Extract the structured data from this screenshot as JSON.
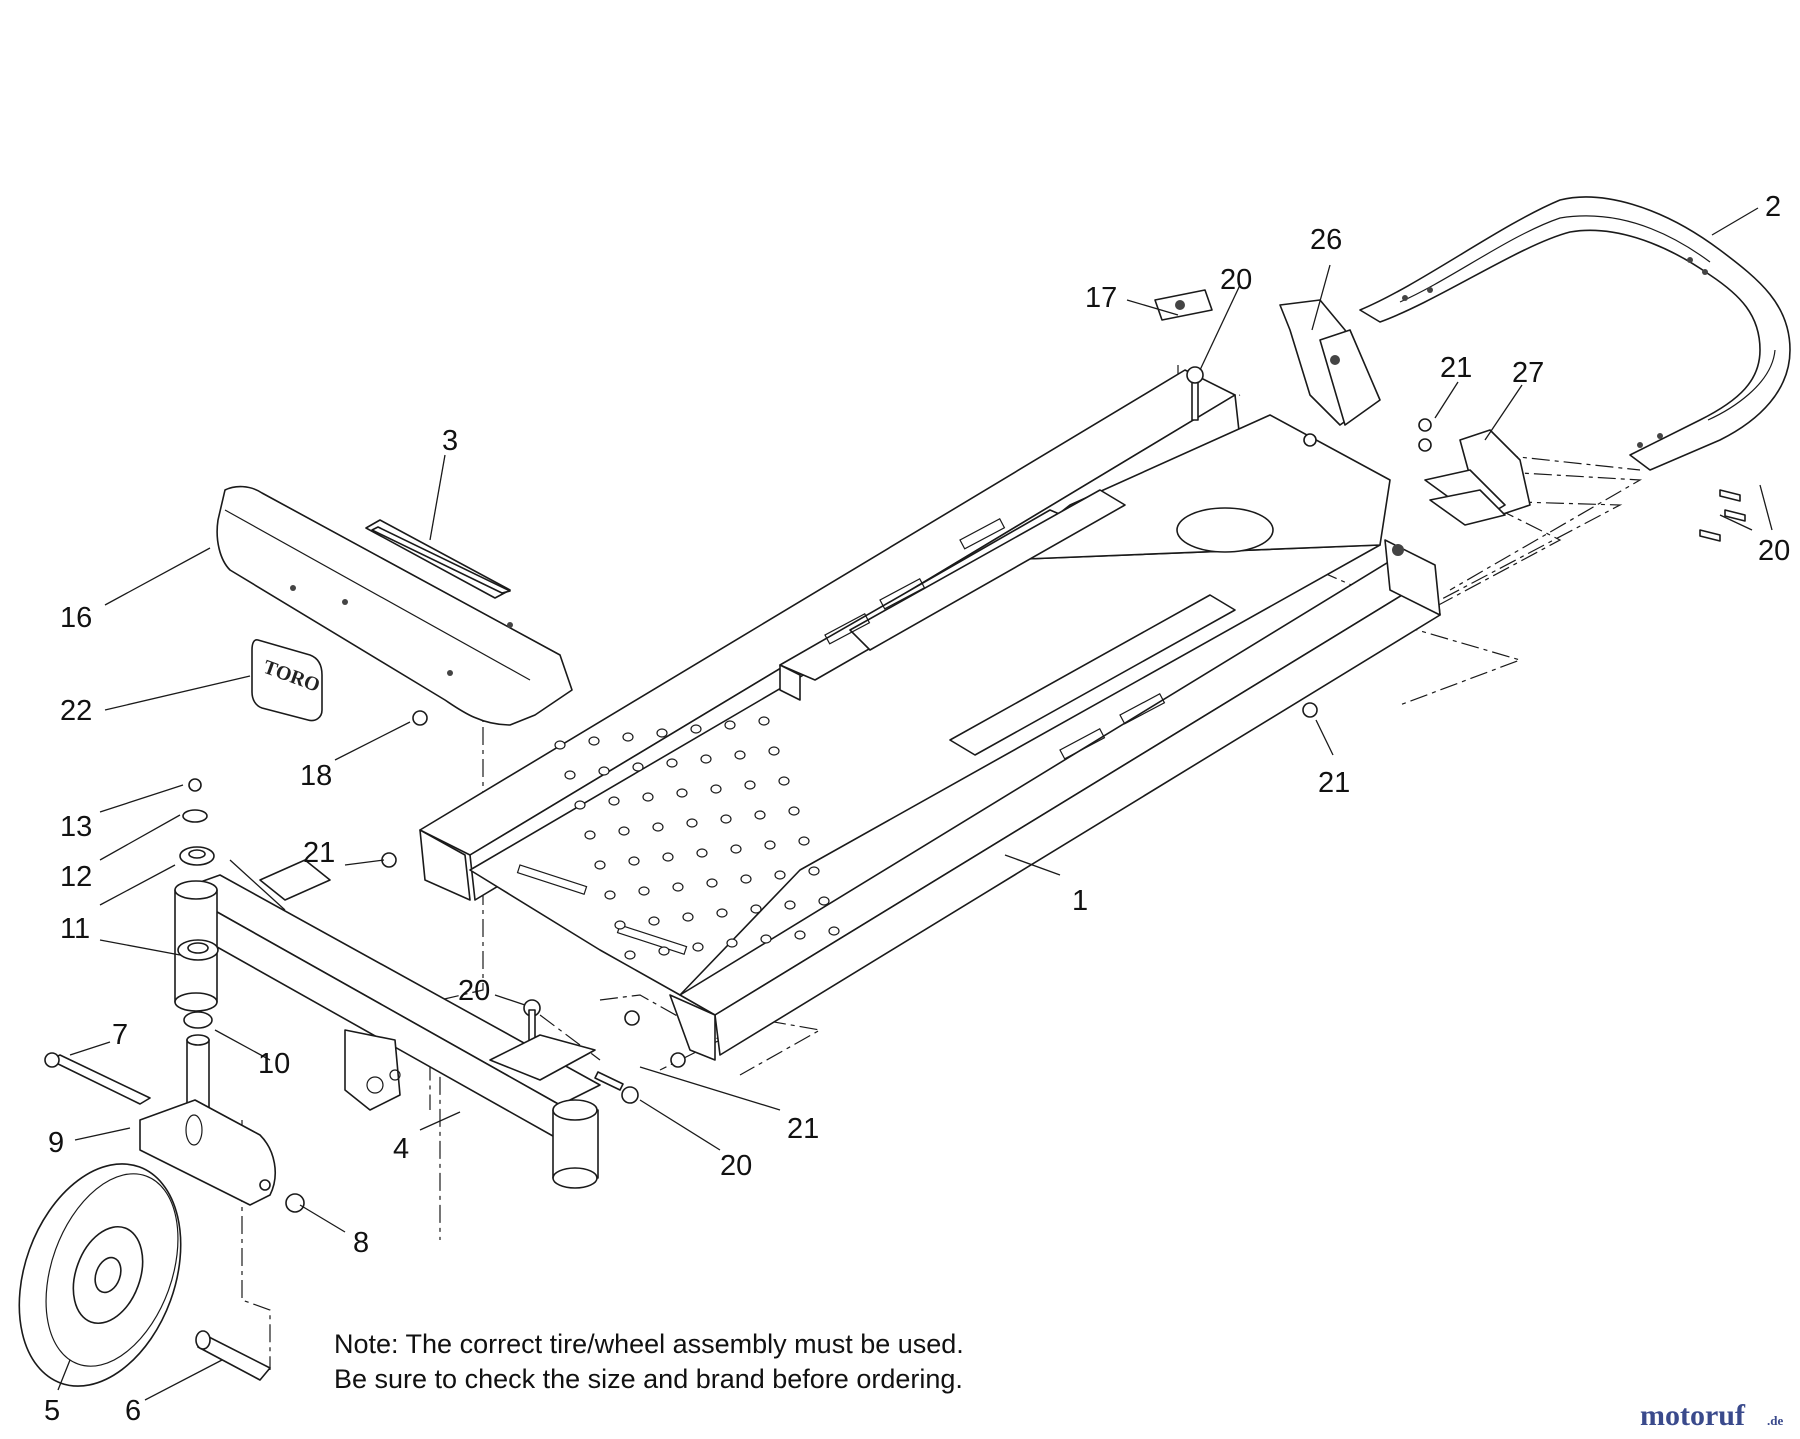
{
  "callouts": {
    "c1": "1",
    "c2": "2",
    "c3": "3",
    "c4": "4",
    "c5": "5",
    "c6": "6",
    "c7": "7",
    "c8": "8",
    "c9": "9",
    "c10": "10",
    "c11": "11",
    "c12": "12",
    "c13": "13",
    "c16": "16",
    "c17": "17",
    "c18": "18",
    "c20a": "20",
    "c20b": "20",
    "c20c": "20",
    "c20d": "20",
    "c21a": "21",
    "c21b": "21",
    "c21c": "21",
    "c21d": "21",
    "c22": "22",
    "c26": "26",
    "c27": "27"
  },
  "note": {
    "line1": "Note: The correct tire/wheel assembly must be used.",
    "line2": "Be sure to check the size and brand before ordering."
  },
  "decal_text": "TORO",
  "watermark": {
    "brand": "motoruf",
    "suffix": ".de",
    "colors": {
      "letters": "#3a4a8c",
      "dot": "#d4202a",
      "f": "#2e7a3a"
    }
  }
}
